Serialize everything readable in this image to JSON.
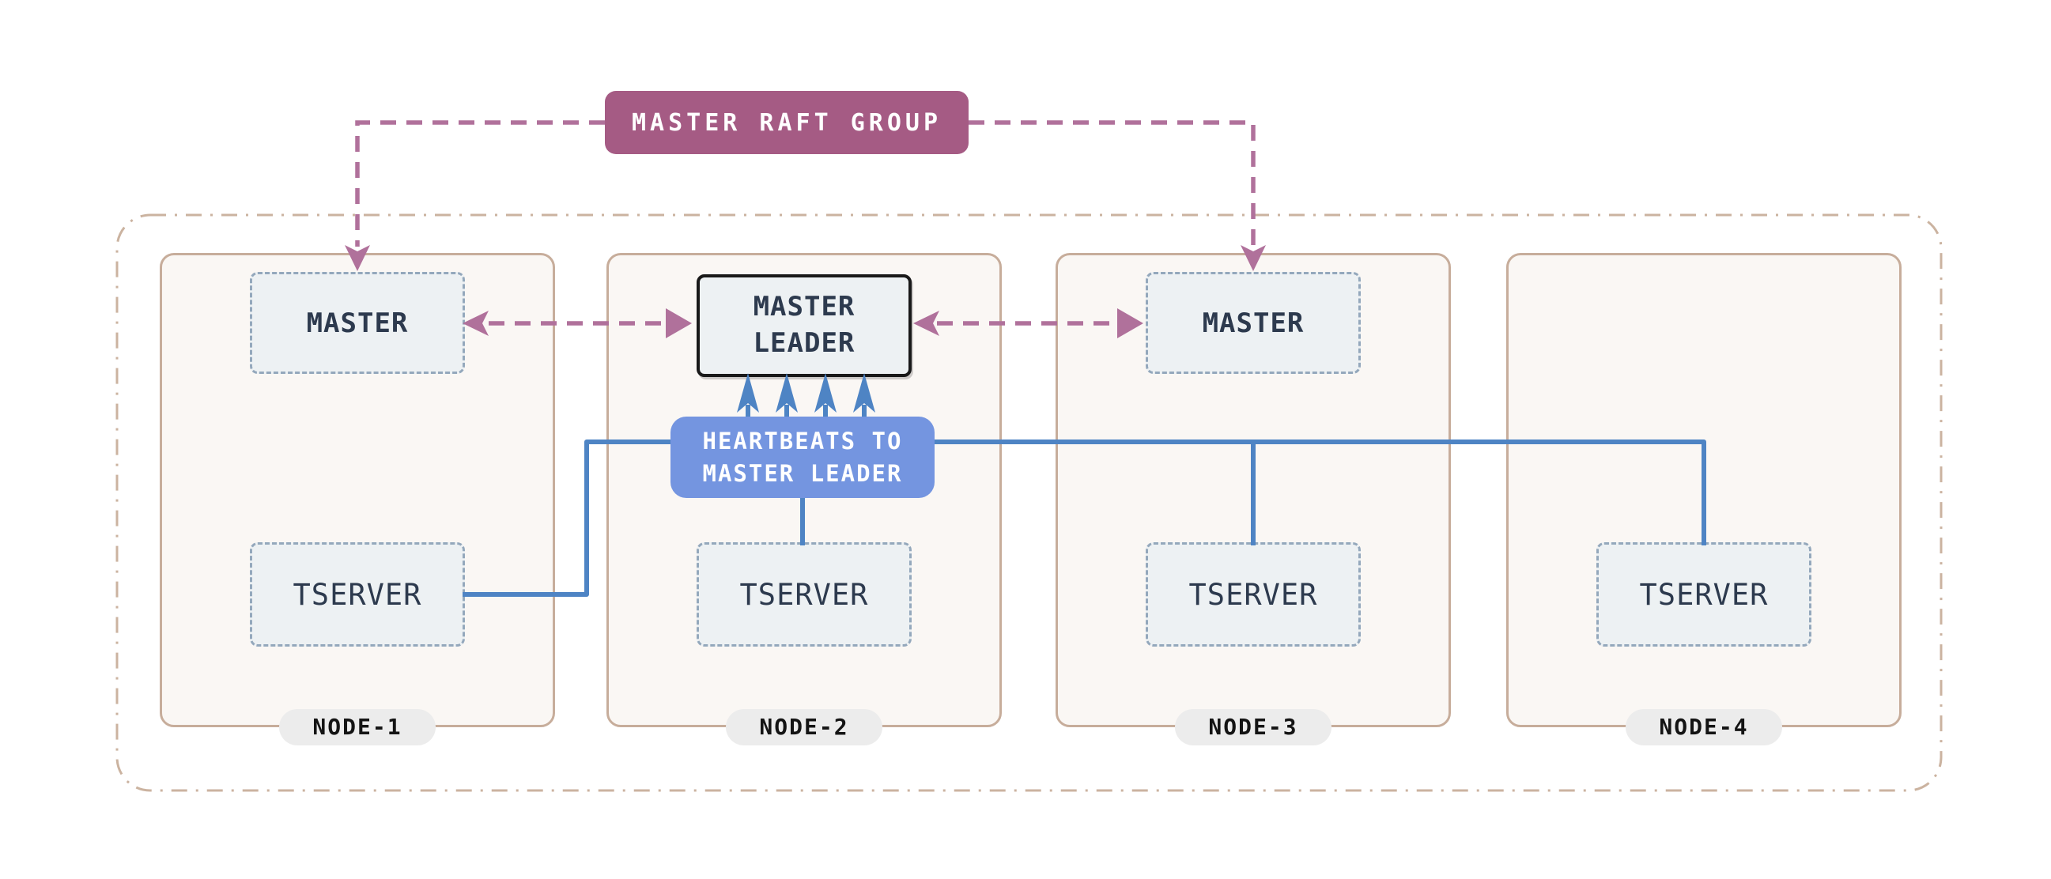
{
  "raft_group": {
    "label": "MASTER RAFT GROUP"
  },
  "heartbeats": {
    "line1": "HEARTBEATS TO",
    "line2": "MASTER LEADER"
  },
  "master_leader": {
    "line1": "MASTER",
    "line2": "LEADER"
  },
  "nodes": [
    {
      "label": "NODE-1",
      "master": "MASTER",
      "tserver": "TSERVER"
    },
    {
      "label": "NODE-2",
      "tserver": "TSERVER"
    },
    {
      "label": "NODE-3",
      "master": "MASTER",
      "tserver": "TSERVER"
    },
    {
      "label": "NODE-4",
      "tserver": "TSERVER"
    }
  ],
  "colors": {
    "raft_box_fill": "#A55B84",
    "raft_dash_arrow": "#B0719B",
    "heartbeat_box_fill": "#7495E0",
    "heartbeat_line": "#4E84C4",
    "node_fill": "#FAF7F4",
    "node_border": "#C7AD9B",
    "outer_border": "#CBB3A0",
    "inner_box_fill": "#EDF1F3",
    "inner_box_border": "#94A8BC",
    "leader_border": "#191919",
    "text_dark": "#2D3A4E",
    "pill_fill": "#ECECEC",
    "background": "#FFFFFF"
  }
}
